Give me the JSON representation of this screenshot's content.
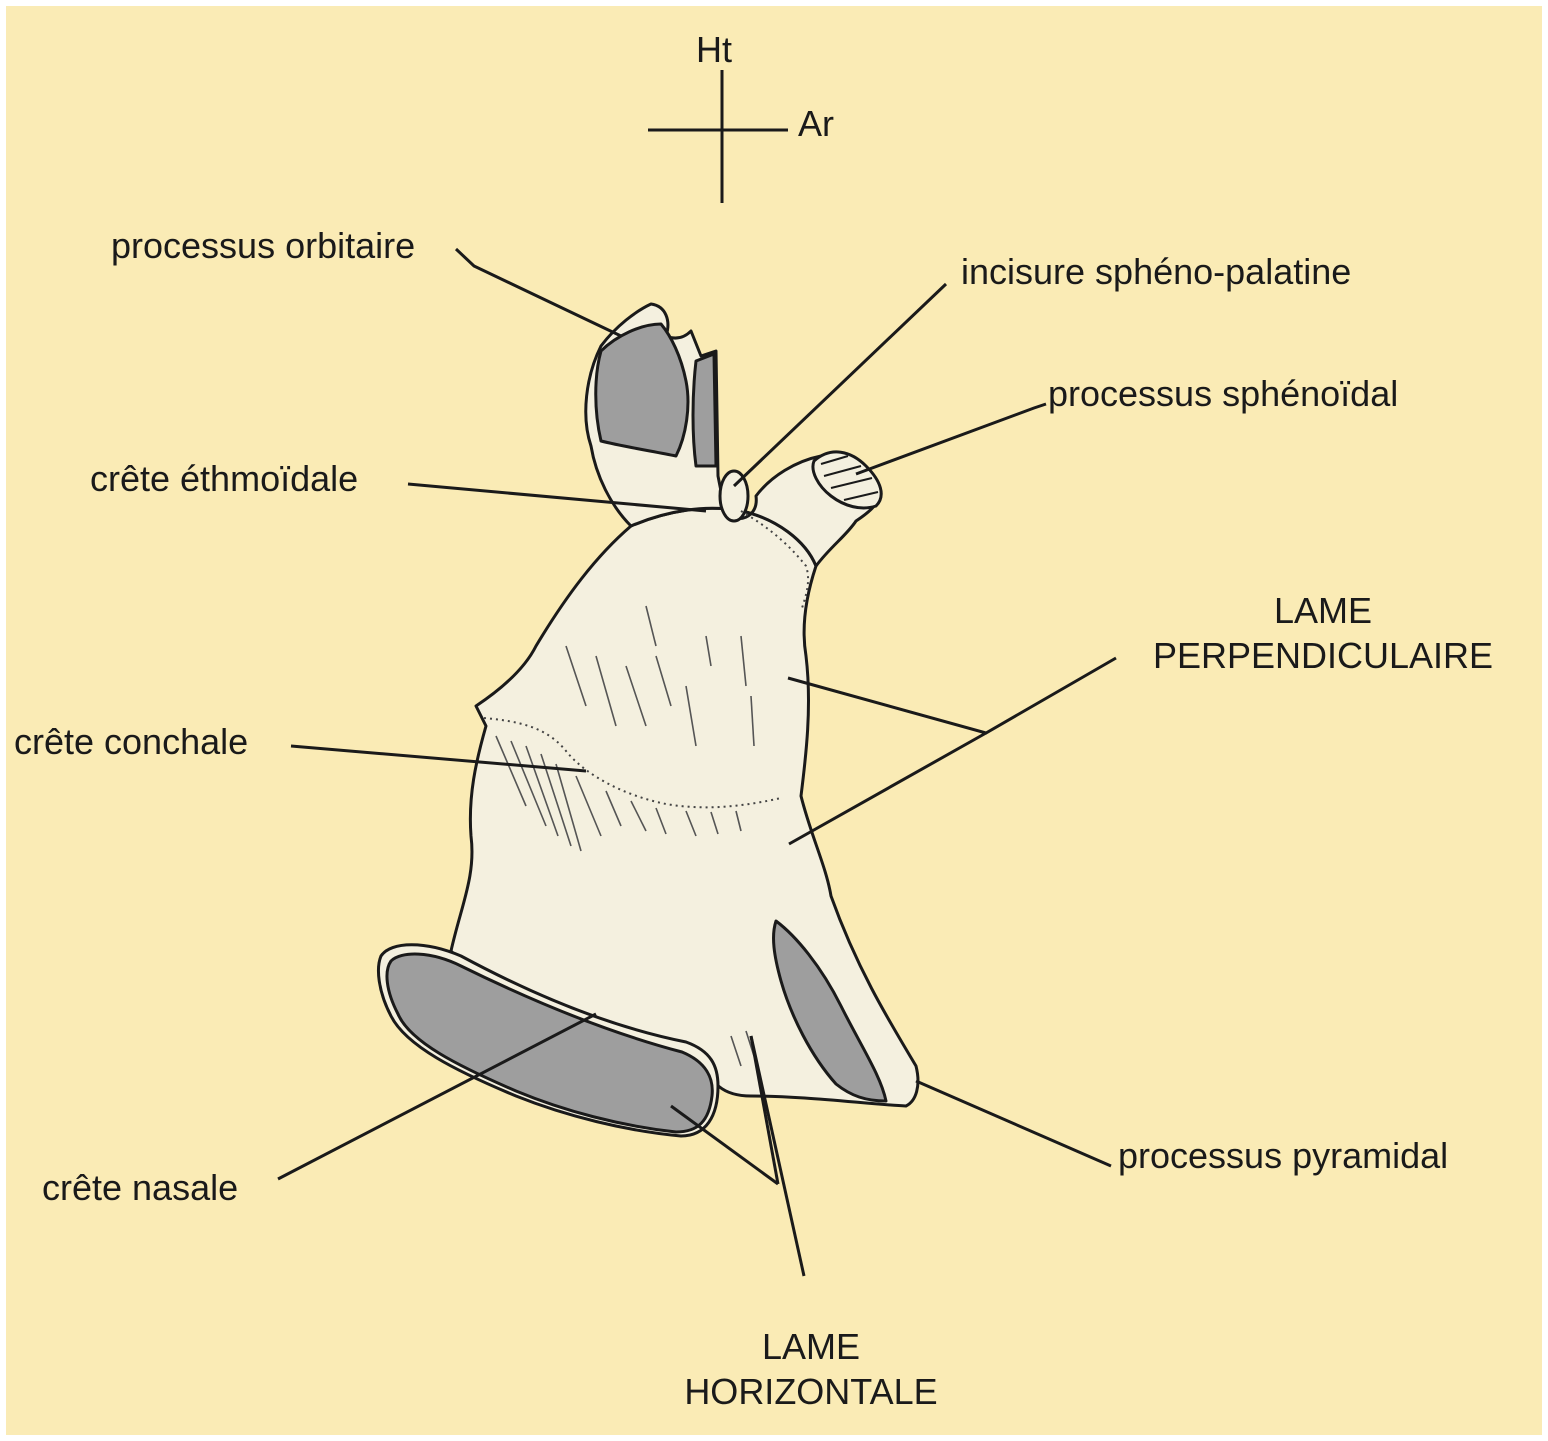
{
  "orientation": {
    "up_label": "Ht",
    "back_label": "Ar"
  },
  "labels": {
    "processus_orbitaire": "processus orbitaire",
    "incisure_spheno_palatine": "incisure sphéno-palatine",
    "processus_sphenoidal": "processus sphénoïdal",
    "crete_ethmoidale": "crête éthmoïdale",
    "lame_perpendiculaire_line1": "LAME",
    "lame_perpendiculaire_line2": "PERPENDICULAIRE",
    "crete_conchale": "crête conchale",
    "processus_pyramidal": "processus pyramidal",
    "crete_nasale": "crête nasale",
    "lame_horizontale_line1": "LAME",
    "lame_horizontale_line2": "HORIZONTALE"
  },
  "colors": {
    "background": "#FAEBB5",
    "bone": "#F4F0DF",
    "shaded_surface": "#9E9E9E",
    "line": "#1a1a1a"
  }
}
